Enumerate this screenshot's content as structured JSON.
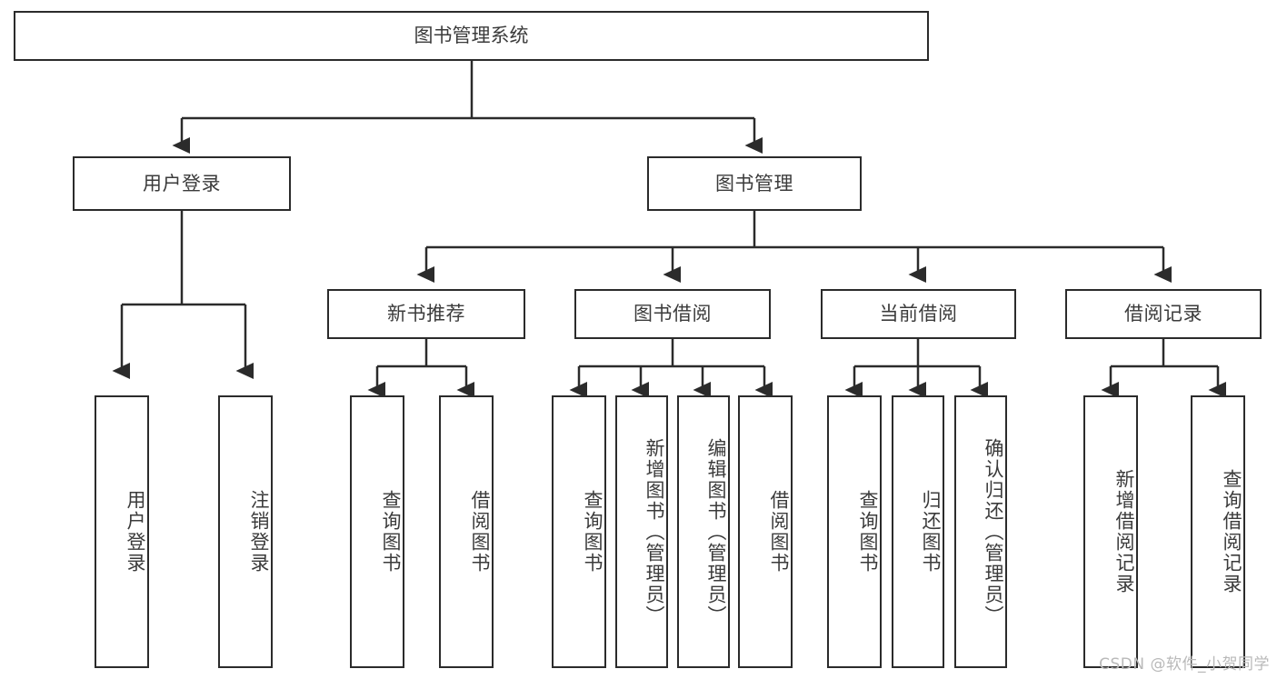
{
  "diagram": {
    "title": "图书管理系统",
    "type": "tree-hierarchy",
    "watermark": "CSDN @软件_小贺同学",
    "colors": {
      "stroke": "#2b2b2b",
      "text": "#3b3b3b",
      "background": "#ffffff",
      "watermark": "#b9b9b9"
    },
    "root": {
      "label": "图书管理系统"
    },
    "level1": [
      {
        "label": "用户登录"
      },
      {
        "label": "图书管理"
      }
    ],
    "level2": [
      {
        "label": "新书推荐"
      },
      {
        "label": "图书借阅"
      },
      {
        "label": "当前借阅"
      },
      {
        "label": "借阅记录"
      }
    ],
    "leaves": {
      "user_login": [
        {
          "label": "用户登录"
        },
        {
          "label": "注销登录"
        }
      ],
      "new_book_recommend": [
        {
          "label": "查询图书"
        },
        {
          "label": "借阅图书"
        }
      ],
      "book_borrow": [
        {
          "label": "查询图书"
        },
        {
          "label": "新增图书（管理员）"
        },
        {
          "label": "编辑图书（管理员）"
        },
        {
          "label": "借阅图书"
        }
      ],
      "current_borrow": [
        {
          "label": "查询图书"
        },
        {
          "label": "归还图书"
        },
        {
          "label": "确认归还（管理员）"
        }
      ],
      "borrow_record": [
        {
          "label": "新增借阅记录"
        },
        {
          "label": "查询借阅记录"
        }
      ]
    }
  }
}
